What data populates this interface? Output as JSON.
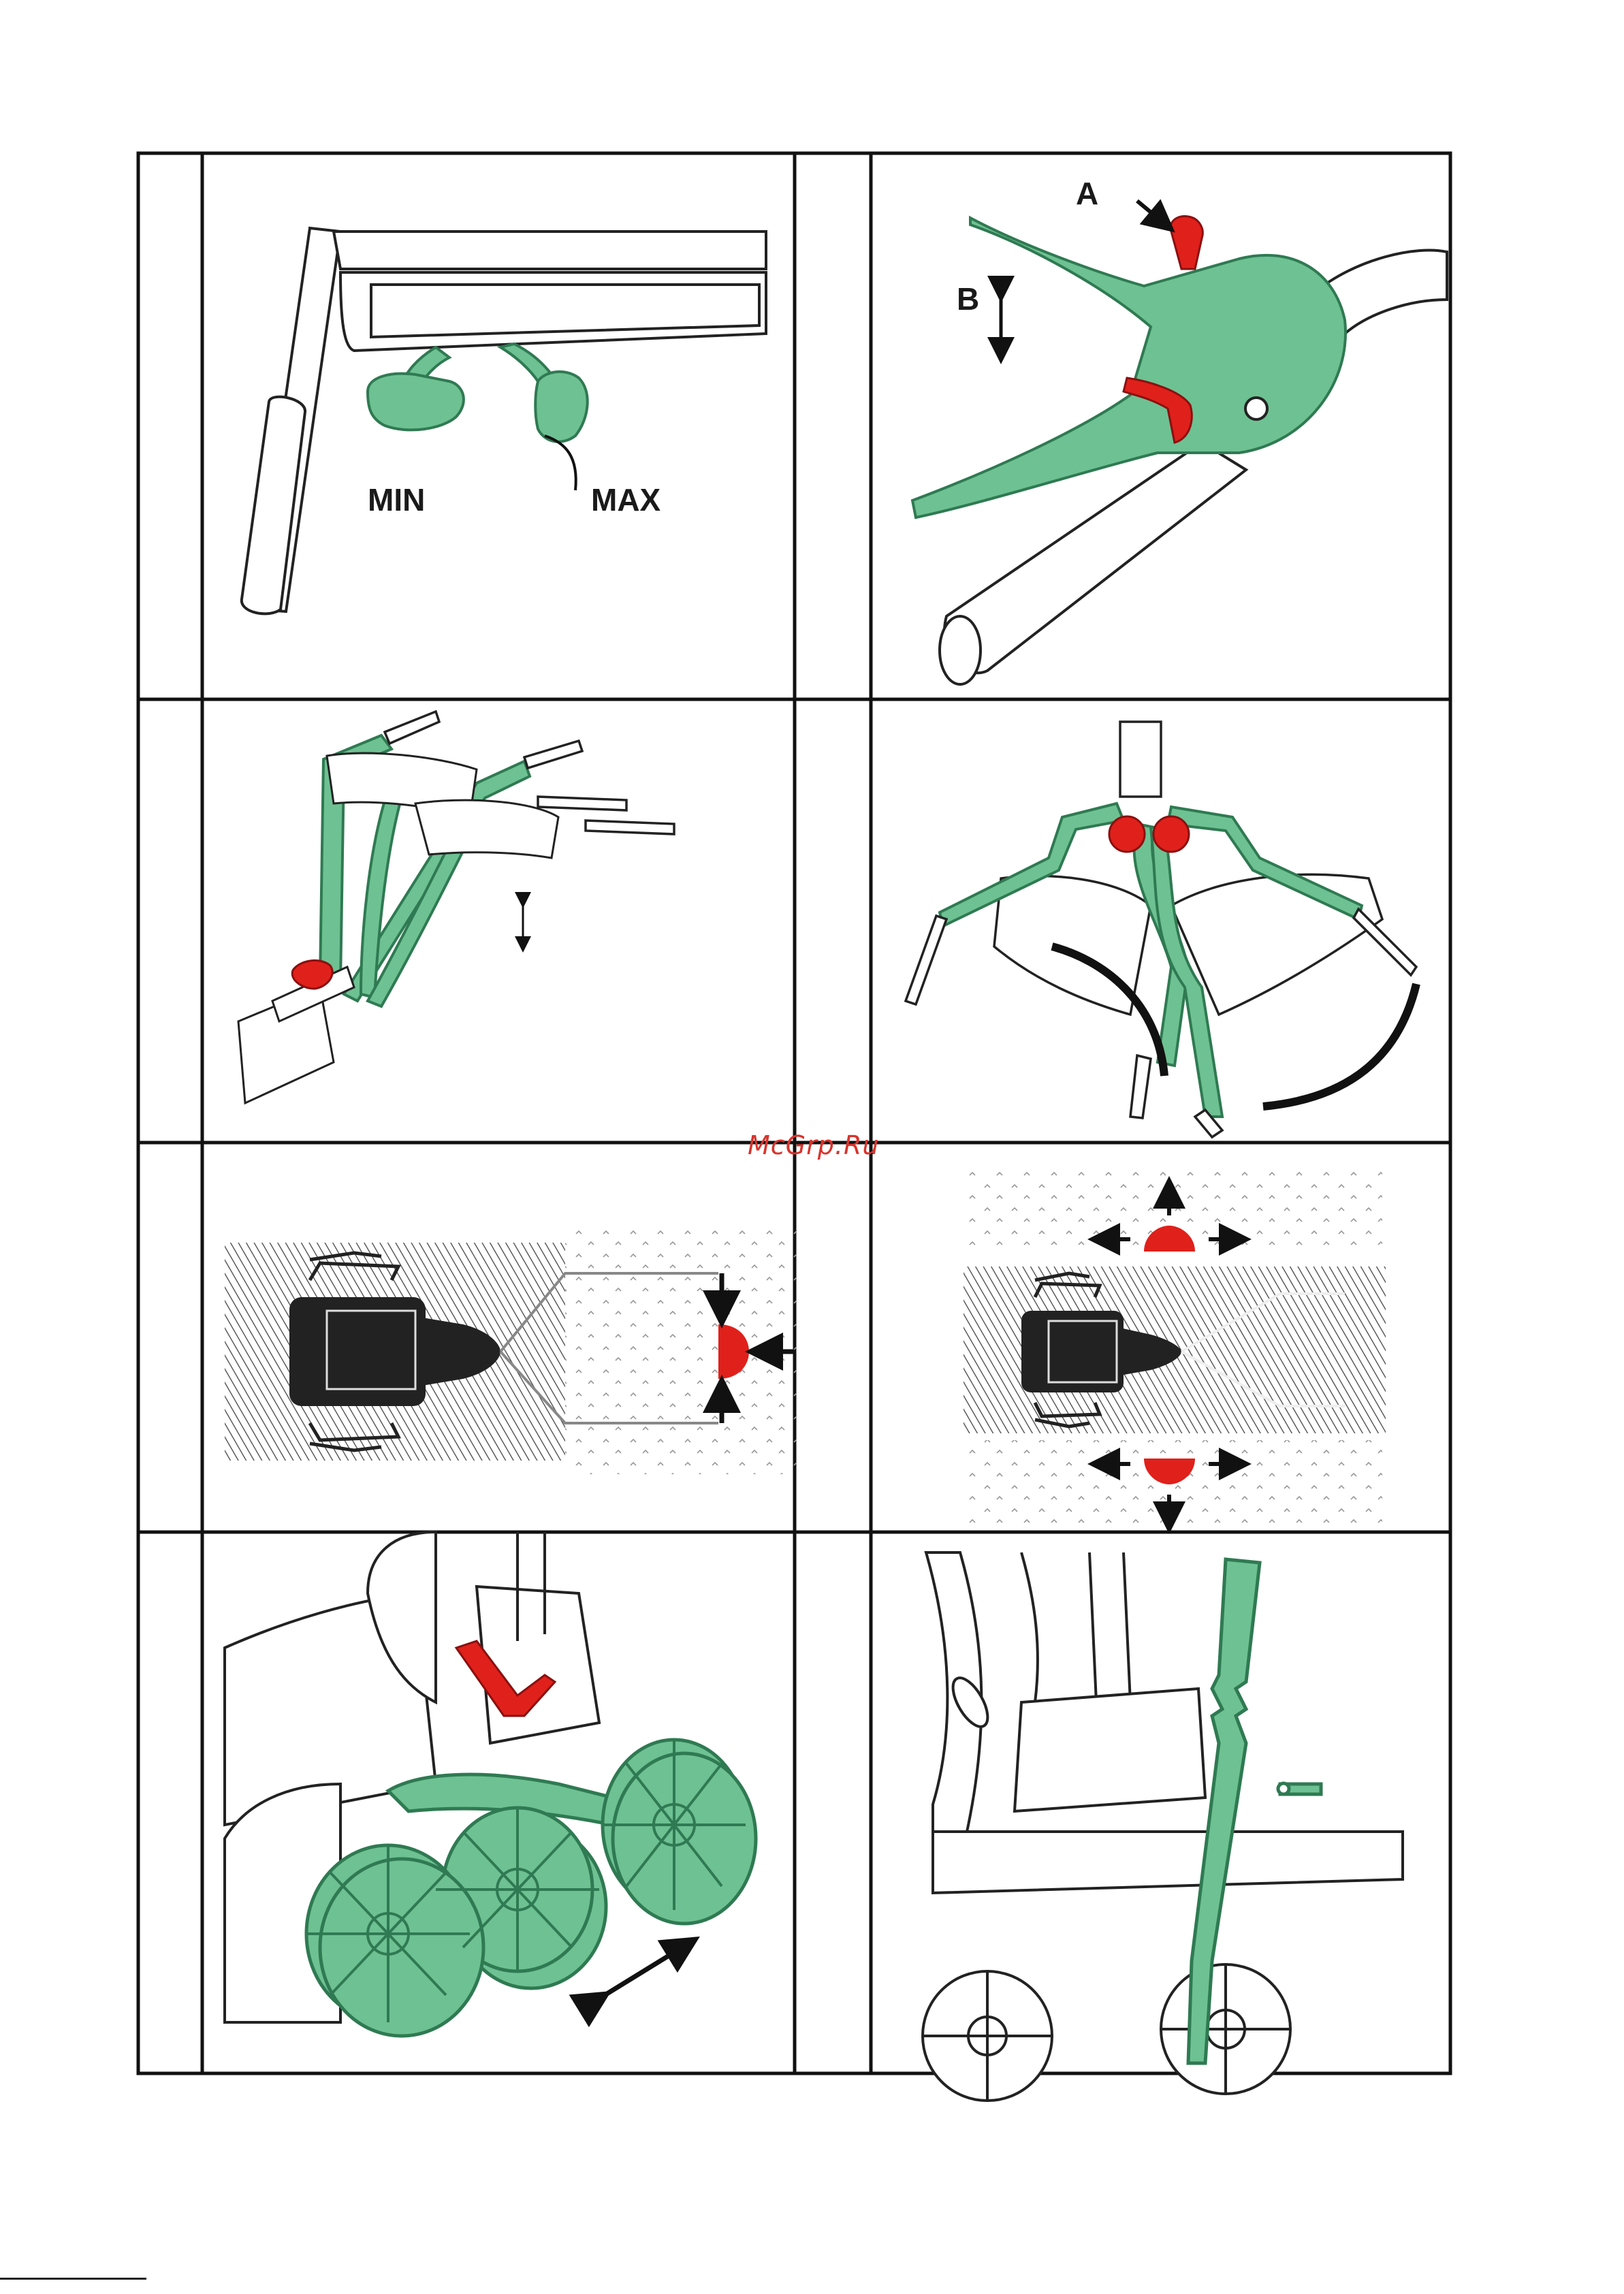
{
  "watermark": "McGrp.Ru",
  "colors": {
    "green": "#6ec192",
    "green_dark": "#2f7a52",
    "red": "#e0201b",
    "line": "#222222",
    "hatch": "#555555"
  },
  "panel1": {
    "label_min": "MIN",
    "label_max": "MAX"
  },
  "panel2": {
    "label_a": "A",
    "label_b": "B"
  },
  "icons": [
    "handle-icon",
    "arrow-icon",
    "knob-icon",
    "wheel-icon",
    "tiller-body-icon",
    "depth-bar-icon"
  ]
}
